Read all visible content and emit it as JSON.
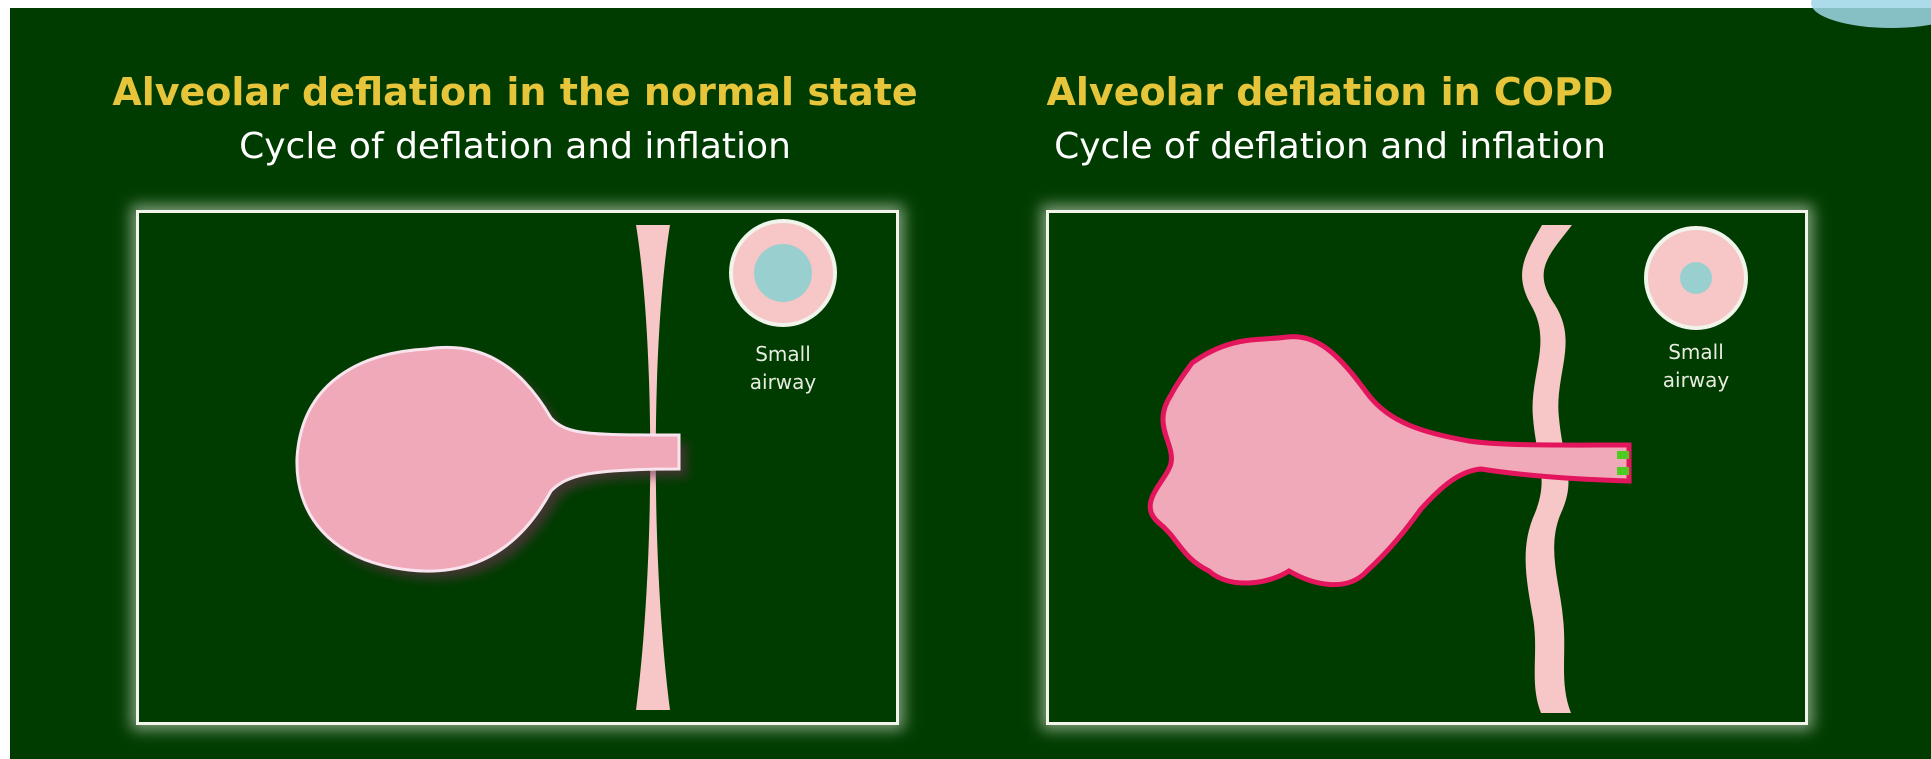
{
  "colors": {
    "background": "#003c00",
    "title": "#e6c53a",
    "subtitle": "#ffffff",
    "frame_border": "#f2f4ec",
    "alveolus_fill": "#f0a9b9",
    "copd_outline": "#e3155d",
    "airway_lumen": "#9acfd0",
    "airway_wall": "#f7c6c6",
    "trapped_air": "#4ecb22"
  },
  "panels": {
    "normal": {
      "title": "Alveolar deflation in the normal state",
      "subtitle": "Cycle of deflation and inflation",
      "airway_label_line1": "Small",
      "airway_label_line2": "airway"
    },
    "copd": {
      "title": "Alveolar deflation in COPD",
      "subtitle": "Cycle of deflation and inflation",
      "airway_label_line1": "Small",
      "airway_label_line2": "airway"
    }
  }
}
